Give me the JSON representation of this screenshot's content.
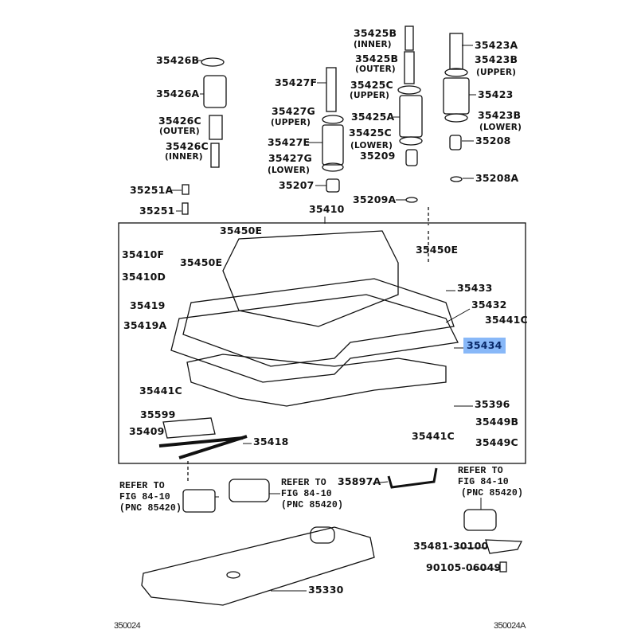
{
  "labels": {
    "p35426B": "35426B",
    "p35426A": "35426A",
    "p35426C_outer": "35426C",
    "outer1": "(OUTER)",
    "p35426C_inner": "35426C",
    "inner1": "(INNER)",
    "p35251A": "35251A",
    "p35251": "35251",
    "p35427F": "35427F",
    "p35427G_upper": "35427G",
    "upper1": "(UPPER)",
    "p35427E": "35427E",
    "p35427G_lower": "35427G",
    "lower1": "(LOWER)",
    "p35207": "35207",
    "p35425B_inner": "35425B",
    "inner2": "(INNER)",
    "p35425B_outer": "35425B",
    "outer2": "(OUTER)",
    "p35425C_upper": "35425C",
    "upper2": "(UPPER)",
    "p35425A": "35425A",
    "p35425C_lower": "35425C",
    "lower2": "(LOWER)",
    "p35209": "35209",
    "p35423A": "35423A",
    "p35423B_upper": "35423B",
    "upper3": "(UPPER)",
    "p35423": "35423",
    "p35423B_lower": "35423B",
    "lower3": "(LOWER)",
    "p35208": "35208",
    "p35208A": "35208A",
    "p35209A": "35209A",
    "p35410": "35410",
    "p35450E_a": "35450E",
    "p35450E_b": "35450E",
    "p35410F": "35410F",
    "p35450E_c": "35450E",
    "p35410D": "35410D",
    "p35433": "35433",
    "p35419": "35419",
    "p35432": "35432",
    "p35441C_a": "35441C",
    "p35419A": "35419A",
    "p35434": "35434",
    "p35441C_b": "35441C",
    "p35396": "35396",
    "p35599": "35599",
    "p35449B": "35449B",
    "p35409": "35409",
    "p35441C_c": "35441C",
    "p35418": "35418",
    "p35449C": "35449C",
    "p35897A": "35897A",
    "p35481": "35481-30100",
    "p90105": "90105-06049",
    "p35330": "35330"
  },
  "refers": {
    "left": [
      "REFER TO",
      "FIG 84-10",
      "(PNC 85420)"
    ],
    "middle": [
      "REFER TO",
      "FIG 84-10",
      "(PNC 85420)"
    ],
    "right": [
      "REFER TO",
      "FIG 84-10",
      "(PNC 85420)"
    ]
  },
  "codes": {
    "left": "350024",
    "right": "350024A"
  },
  "highlight_color": "#88b8f8"
}
